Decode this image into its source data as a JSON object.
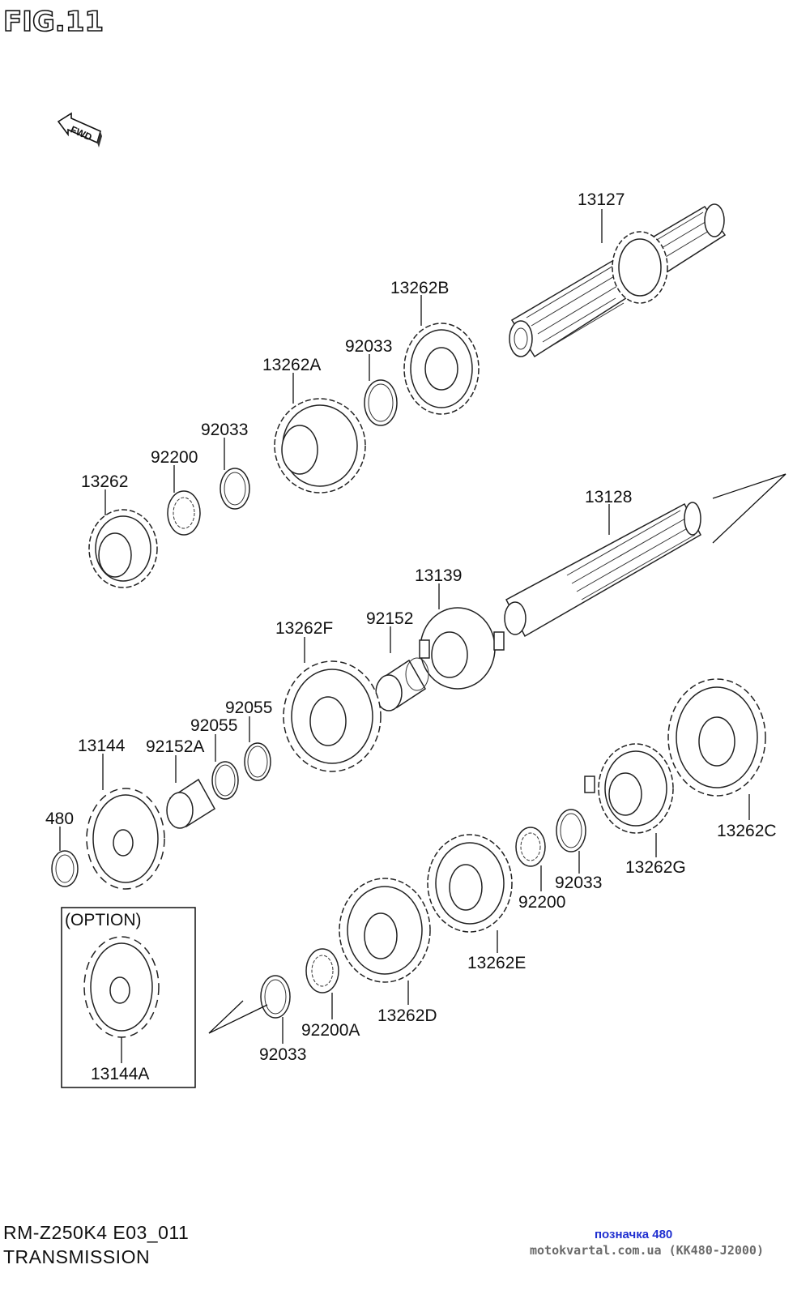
{
  "figure": {
    "title": "FIG.11",
    "fwd": "FWD"
  },
  "parts": {
    "p13127": "13127",
    "p13262B": "13262B",
    "p92033_a": "92033",
    "p13262A": "13262A",
    "p92033_b": "92033",
    "p92200_a": "92200",
    "p13262": "13262",
    "p13128": "13128",
    "p13139": "13139",
    "p92152": "92152",
    "p13262F": "13262F",
    "p92055_a": "92055",
    "p92055_b": "92055",
    "p13144": "13144",
    "p92152A": "92152A",
    "p480": "480",
    "option": "(OPTION)",
    "p13144A": "13144A",
    "p13262C": "13262C",
    "p13262G": "13262G",
    "p92033_c": "92033",
    "p92200_b": "92200",
    "p13262E": "13262E",
    "p13262D": "13262D",
    "p92200A": "92200A",
    "p92033_d": "92033"
  },
  "footer": {
    "model": "RM-Z250K4 E03_011",
    "section": "TRANSMISSION"
  },
  "watermark": {
    "label": "позначка 480",
    "site": "motokvartal.com.ua (KK480-J2000)"
  }
}
